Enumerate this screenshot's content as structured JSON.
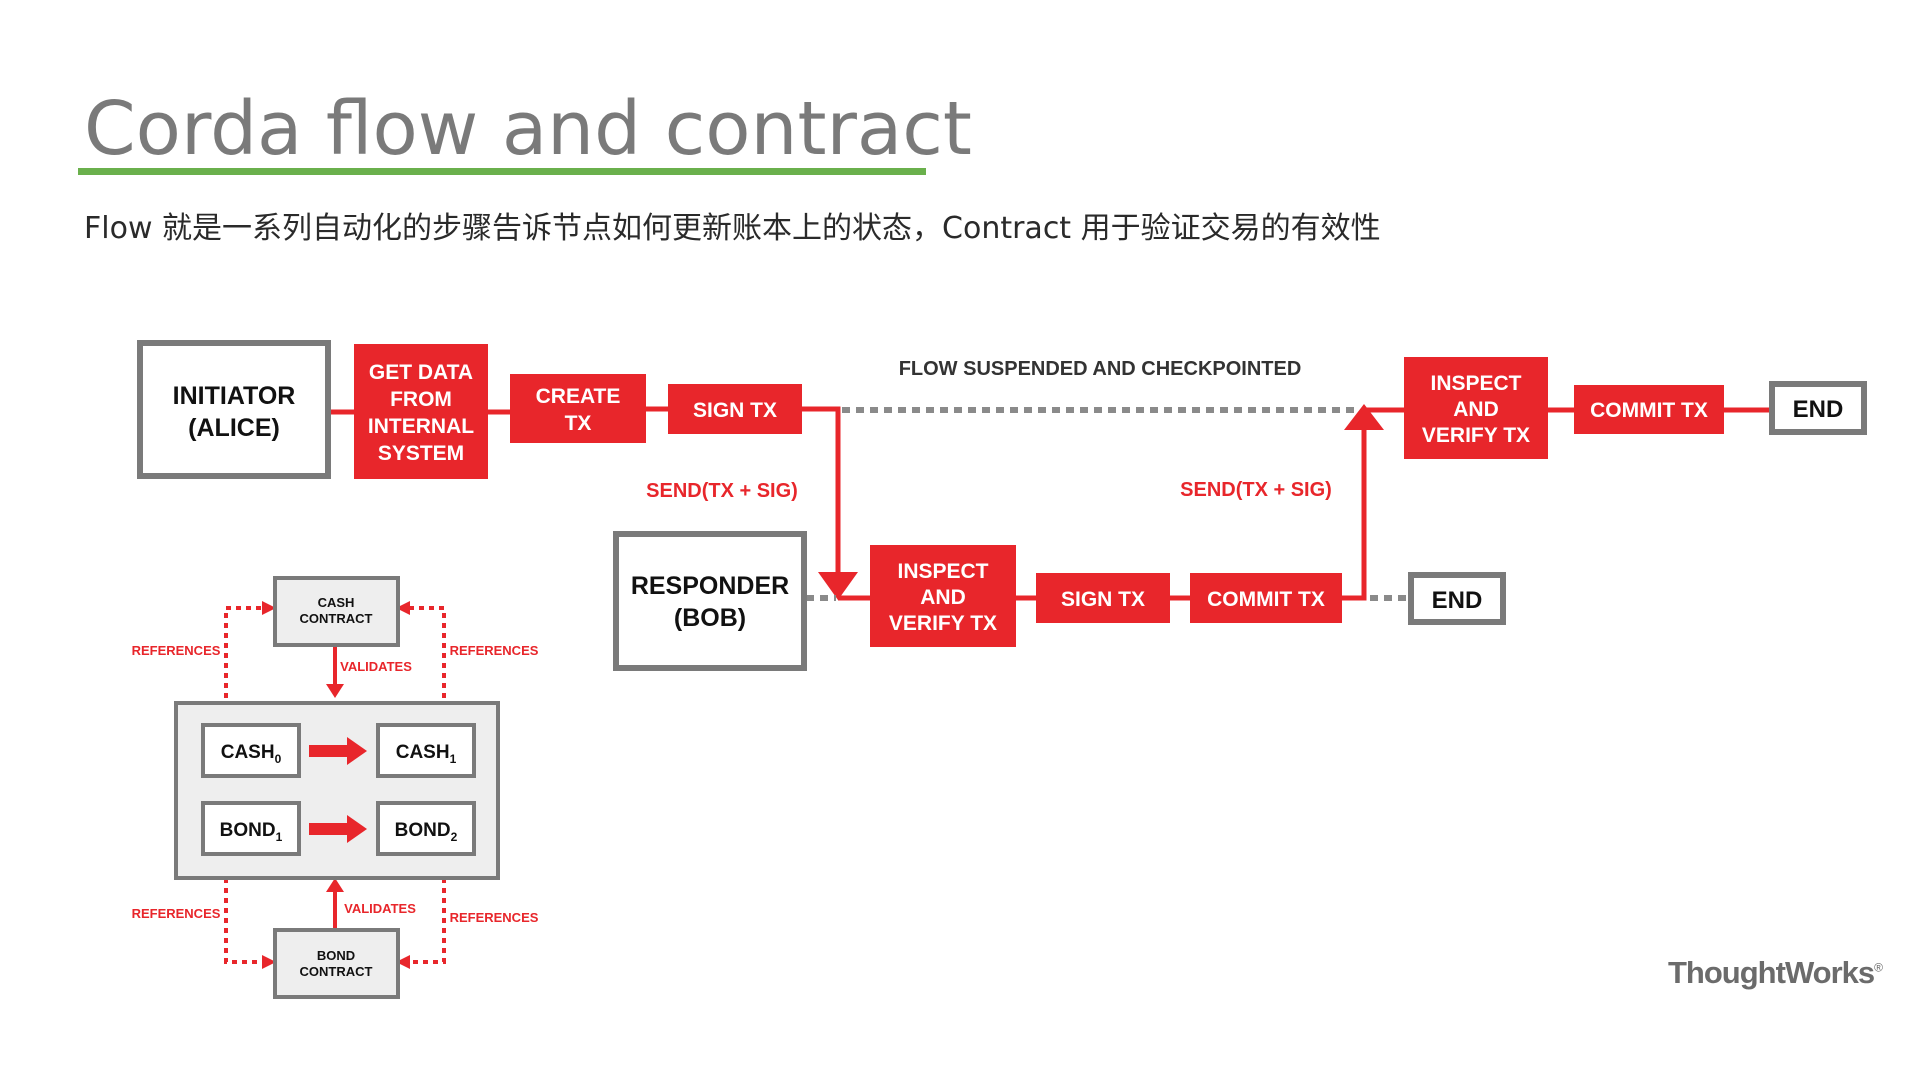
{
  "slide": {
    "title": "Corda flow and contract",
    "subtitle": "Flow 就是一系列自动化的步骤告诉节点如何更新账本上的状态，Contract 用于验证交易的有效性",
    "logo": "ThoughtWorks",
    "logo_mark": "®"
  },
  "flow": {
    "initiator": [
      "INITIATOR",
      "(ALICE)"
    ],
    "get_data": [
      "GET DATA",
      "FROM",
      "INTERNAL",
      "SYSTEM"
    ],
    "create_tx": [
      "CREATE",
      "TX"
    ],
    "sign_tx_alice": "SIGN TX",
    "suspended_label": "FLOW SUSPENDED AND CHECKPOINTED",
    "send_left": "SEND(TX + SIG)",
    "send_right": "SEND(TX + SIG)",
    "responder": [
      "RESPONDER",
      "(BOB)"
    ],
    "inspect_bob": [
      "INSPECT",
      "AND",
      "VERIFY TX"
    ],
    "sign_tx_bob": "SIGN TX",
    "commit_tx_bob": "COMMIT TX",
    "end_bob": "END",
    "inspect_alice": [
      "INSPECT",
      "AND",
      "VERIFY TX"
    ],
    "commit_tx_alice": "COMMIT TX",
    "end_alice": "END"
  },
  "contract_diagram": {
    "cash_contract": [
      "CASH",
      "CONTRACT"
    ],
    "bond_contract": [
      "BOND",
      "CONTRACT"
    ],
    "validates_top": "VALIDATES",
    "validates_bottom": "VALIDATES",
    "references_top_left": "REFERENCES",
    "references_top_right": "REFERENCES",
    "references_bottom_left": "REFERENCES",
    "references_bottom_right": "REFERENCES",
    "cash0": {
      "base": "CASH",
      "sub": "0"
    },
    "cash1": {
      "base": "CASH",
      "sub": "1"
    },
    "bond1": {
      "base": "BOND",
      "sub": "1"
    },
    "bond2": {
      "base": "BOND",
      "sub": "2"
    }
  },
  "colors": {
    "red": "#e8262b",
    "gray_border": "#7a7a7a",
    "green_underline": "#6ab04c",
    "light_gray_fill": "#eeeeee",
    "dotted_gray": "#8a8a8a"
  }
}
